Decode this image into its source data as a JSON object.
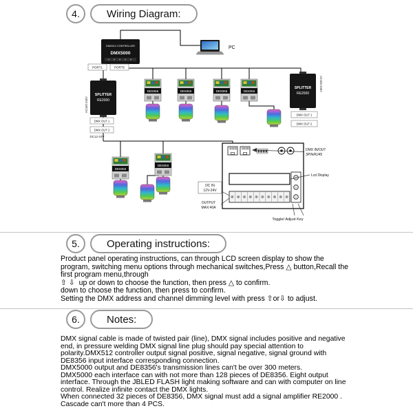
{
  "sections": {
    "wiring": {
      "number": "4.",
      "title": "Wiring Diagram:"
    },
    "operating": {
      "number": "5.",
      "title": "Operating instructions:"
    },
    "notes": {
      "number": "6.",
      "title": "Notes:"
    }
  },
  "diagram": {
    "controller_name": "DMX512 CONTROLLER",
    "controller_model": "DMX5000",
    "port1": "PORT1",
    "port5": "PORT5",
    "pc_label": "PC",
    "splitter_name": "SPLITTER",
    "splitter_model": "RE2000",
    "ac_rating": "AC100-240V",
    "dmx_out1": "DMX OUT 1",
    "dmx_out2": "DMX OUT 2",
    "dc_rating": "DC12-24V",
    "module_label": "DE8356",
    "panel": {
      "dmx_io_line1": "DMX IN/OUT",
      "dmx_io_line2": "3PIN/RJ45",
      "lcd_label": "Lcd Display",
      "dc_in_line1": "DC IN",
      "dc_in_line2": "12V-24V",
      "output_line1": "OUTPUT",
      "output_line2": "MAX:40A",
      "toggle_label": "Toggle/ Adjust Key"
    }
  },
  "colors": {
    "pcb_green": "#2e7d32",
    "screen_blue": "#2f6fc8",
    "led_gradient": [
      "#e460c8",
      "#4f6be0",
      "#2fb9c9",
      "#54c94f",
      "#b9d435"
    ]
  },
  "operating_text": "Product panel operating instructions, can through LCD screen display to show the\nprogram, switching menu options through mechanical switches,Press △ button,Recall the\nfirst program menu,through\n⇧ ⇩  up or down to choose the function, then press △ to confirm.\ndown to choose the function, then press to confirm.\nSetting the DMX address and channel dimming level with press ⇧or⇩ to adjust.",
  "notes_text": "DMX signal cable is made of twisted pair (line), DMX signal includes positive and negative\nend, in pressure welding DMX signal line plug should pay special attention to\npolarity.DMX512 controller output signal positive, signal negative, signal ground with\nDE8356 input interface corresponding connection.\nDMX5000 output and DE8356's transmission lines can't be over 300 meters.\nDMX5000 each interface can with not more than 128 pieces of DE8356. Eight output\ninterface. Through the JBLED FLASH light making software and can with computer on line\ncontrol. Realize infinite contact the DMX lights.\nWhen connected 32 pieces of DE8356, DMX signal must add a signal amplifier RE2000 .\nCascade can't more than 4 PCS."
}
